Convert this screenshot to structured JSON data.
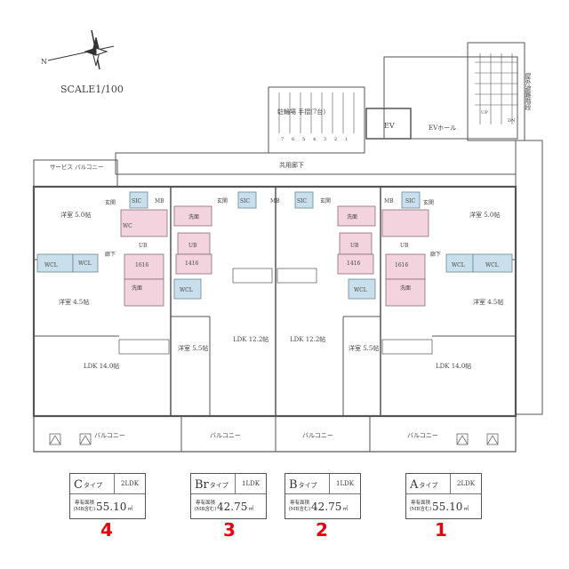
{
  "compass": {
    "north_label": "N",
    "scale": "SCALE1/100"
  },
  "labels": {
    "parking": "駐輪場 手摺(7台)",
    "parking_numbers": [
      "7",
      "6",
      "5",
      "4",
      "3",
      "2",
      "1"
    ],
    "ev": "EV",
    "ev_hall": "EVホール",
    "corridor": "共用廊下",
    "service_balcony": "サービス バルコニー",
    "balcony": "バルコニー",
    "stairs": "屋外避難階段",
    "up": "UP",
    "dn": "DN"
  },
  "rooms": {
    "bedroom_5": "洋室 5.0帖",
    "bedroom_45": "洋室 4.5帖",
    "bedroom_55": "洋室 5.5帖",
    "ldk_14": "LDK 14.0帖",
    "ldk_122": "LDK 12.2帖",
    "genkan": "玄関",
    "sic": "SIC",
    "mb": "MB",
    "wc": "WC",
    "ub": "UB",
    "senmen": "洗面",
    "roka": "廊下",
    "wcl": "WCL",
    "ub_1616": "1616",
    "ub_1416": "1416"
  },
  "units": [
    {
      "letter": "C",
      "suffix": "タイプ",
      "layout": "2LDK",
      "area_label": "専有面積 (MB含む)",
      "area": "55.10",
      "unit": "㎡",
      "number": "4"
    },
    {
      "letter": "Br",
      "suffix": "タイプ",
      "layout": "1LDK",
      "area_label": "専有面積 (MB含む)",
      "area": "42.75",
      "unit": "㎡",
      "number": "3"
    },
    {
      "letter": "B",
      "suffix": "タイプ",
      "layout": "1LDK",
      "area_label": "専有面積 (MB含む)",
      "area": "42.75",
      "unit": "㎡",
      "number": "2"
    },
    {
      "letter": "A",
      "suffix": "タイプ",
      "layout": "2LDK",
      "area_label": "専有面積 (MB含む)",
      "area": "55.10",
      "unit": "㎡",
      "number": "1"
    }
  ]
}
